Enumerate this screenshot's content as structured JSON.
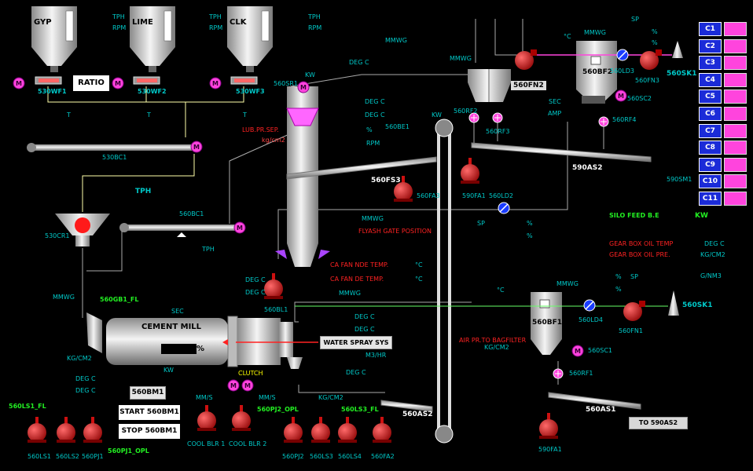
{
  "silos": [
    {
      "name": "GYP",
      "weigh_feeder": "530WF1",
      "units": [
        "TPH",
        "RPM"
      ]
    },
    {
      "name": "LIME",
      "weigh_feeder": "530WF2",
      "units": [
        "TPH",
        "RPM"
      ]
    },
    {
      "name": "CLK",
      "weigh_feeder": "530WF3",
      "units": [
        "TPH",
        "RPM"
      ]
    }
  ],
  "ratio_button": "RATIO",
  "motor_letter": "M",
  "equipment": {
    "bc1": "530BC1",
    "cr1": "530CR1",
    "bc560": "560BC1",
    "sr1": "560SR1",
    "be1": "560BE1",
    "fs3": "560FS3",
    "fa3": "560FA3",
    "bl1": "560BL1",
    "fn2": "560FN2",
    "bf2": "560BF2",
    "ld3": "560LD3",
    "fn3": "560FN3",
    "sk1_top": "560SK1",
    "sc2": "560SC2",
    "rf4": "560RF4",
    "rf2": "560RF2",
    "rf3": "560RF3",
    "as2_top": "590AS2",
    "sm1": "590SM1",
    "fa1_top": "590FA1",
    "ld2": "560LD2",
    "bf1": "560BF1",
    "ld4": "560LD4",
    "fn1": "560FN1",
    "sk1_mid": "560SK1",
    "sc1": "560SC1",
    "rf1": "560RF1",
    "as1": "560AS1",
    "fa1_bot": "590FA1",
    "as2_bot": "560AS2",
    "gb1": "560GB1_FL",
    "ls1_fl": "560LS1_FL",
    "ls3_fl": "560LS3_FL",
    "pj2_opl": "560PJ2_OPL",
    "pj1_opl": "560PJ1_OPL"
  },
  "mill_title": "CEMENT MILL",
  "percent": "%",
  "clutch": "CLUTCH",
  "water_spray": "WATER SPRAY SYS",
  "to_590as2": "TO 590AS2",
  "bm_label": "560BM1",
  "start_button": "START 560BM1",
  "stop_button": "STOP 560BM1",
  "lub_pr_sep": "LUB.PR.SEP.",
  "kg_cm2": "kg/cm2",
  "flyash_gate": "FLYASH GATE POSITION",
  "ca_fan_nde": "CA FAN NDE TEMP.",
  "ca_fan_de": "CA FAN DE TEMP.",
  "air_pr_bag": "AIR PR.TO BAGFILTER",
  "silo_feed": "SILO FEED B.E",
  "gear_oil_temp": "GEAR BOX OIL TEMP",
  "gear_oil_pre": "GEAR BOX OIL PRE.",
  "units": {
    "tph": "TPH",
    "rpm": "RPM",
    "t": "T",
    "kw": "KW",
    "kw_lc": "KW",
    "degc": "DEG C",
    "mmwg": "MMWG",
    "sec": "SEC",
    "amp": "AMP",
    "sp": "SP",
    "pct": "%",
    "degc_sym": "°C",
    "kgcm2": "KG/CM2",
    "m3hr": "M3/HR",
    "mms": "MM/S",
    "gnm3": "G/NM3",
    "kgcm2_b": "KG/CM2"
  },
  "bottom_pumps": [
    "560LS1",
    "560LS2",
    "560PJ1",
    "COOL BLR 1",
    "COOL BLR 2",
    "560PJ2",
    "560LS3",
    "560LS4",
    "560FA2"
  ],
  "c_tiles": [
    "C1",
    "C2",
    "C3",
    "C4",
    "C5",
    "C6",
    "C7",
    "C8",
    "C9",
    "C10",
    "C11"
  ],
  "colors": {
    "bg": "#000000",
    "pipe_white": "#ffffff",
    "pipe_yellow": "#ffffaa",
    "pipe_green": "#66ff66",
    "pipe_grey": "#aaaaaa",
    "pump_red": "#cc1010",
    "motor": "#ff44dd",
    "tile_blue": "#1b2bd8",
    "alarm_red": "#ff2222",
    "cyan": "#00c8c8",
    "green": "#22ee22"
  }
}
